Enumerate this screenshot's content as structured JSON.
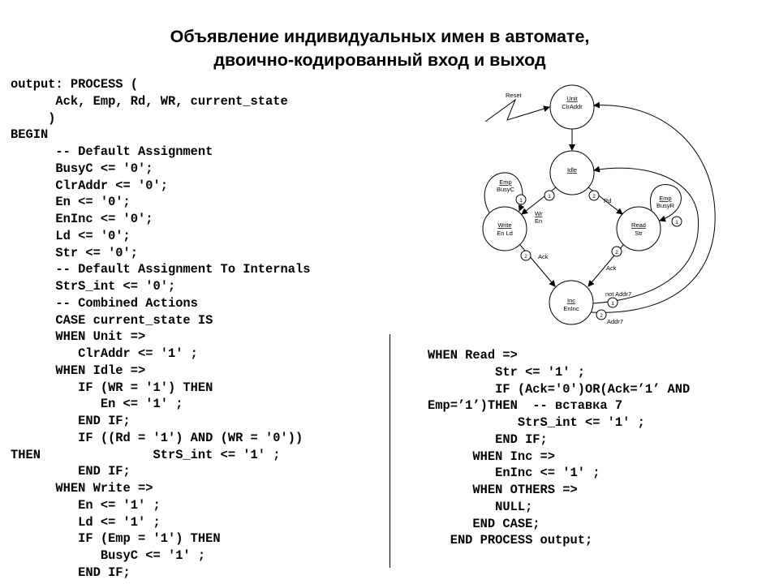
{
  "title": {
    "line1": "Объявление индивидуальных имен в автомате,",
    "line2": "двоично-кодированный вход и выход"
  },
  "code_left": [
    "output: PROCESS (",
    "      Ack, Emp, Rd, WR, current_state",
    "     )",
    "BEGIN",
    "      -- Default Assignment",
    "      BusyC <= '0';",
    "      ClrAddr <= '0';",
    "      En <= '0';",
    "      EnInc <= '0';",
    "      Ld <= '0';",
    "      Str <= '0';",
    "      -- Default Assignment To Internals",
    "      StrS_int <= '0';",
    "      -- Combined Actions",
    "      CASE current_state IS",
    "      WHEN Unit =>",
    "         ClrAddr <= '1' ;",
    "      WHEN Idle =>",
    "         IF (WR = '1') THEN",
    "            En <= '1' ;",
    "         END IF;",
    "         IF ((Rd = '1') AND (WR = '0'))",
    "THEN               StrS_int <= '1' ;",
    "         END IF;",
    "      WHEN Write =>",
    "         En <= '1' ;",
    "         Ld <= '1' ;",
    "         IF (Emp = '1') THEN",
    "            BusyC <= '1' ;",
    "         END IF;"
  ],
  "code_right": [
    "WHEN Read =>",
    "         Str <= '1' ;",
    "         IF (Ack='0')OR(Ack=’1’ AND",
    "Emp=’1’)THEN  -- вставка 7",
    "            StrS_int <= '1' ;",
    "         END IF;",
    "      WHEN Inc =>",
    "         EnInc <= '1' ;",
    "      WHEN OTHERS =>",
    "         NULL;",
    "      END CASE;",
    "   END PROCESS output;"
  ],
  "fsm": {
    "reset": "Reset",
    "unit": {
      "name": "Unit",
      "action": "ClrAddr"
    },
    "idle": {
      "name": "Idle"
    },
    "write": {
      "name": "Write",
      "action": "En Ld"
    },
    "read": {
      "name": "Read",
      "action": "Str"
    },
    "inc": {
      "name": "Inc",
      "action": "EnInc"
    },
    "write_self": {
      "cond": "Emp",
      "action": "BusyC",
      "prio": "1"
    },
    "read_self": {
      "cond": "Emp",
      "action": "BusyR",
      "prio": "1"
    },
    "idle_write": {
      "prio": "1",
      "cond": "Wr",
      "action": "En"
    },
    "idle_read": {
      "prio": "2",
      "cond": "Rd"
    },
    "write_inc": {
      "prio": "2",
      "cond": "Ack"
    },
    "read_inc": {
      "prio": "2",
      "cond": "Ack"
    },
    "inc_idle": {
      "prio": "1",
      "cond": "not Addr7"
    },
    "inc_unit": {
      "prio": "2",
      "cond": "Addr7"
    }
  }
}
